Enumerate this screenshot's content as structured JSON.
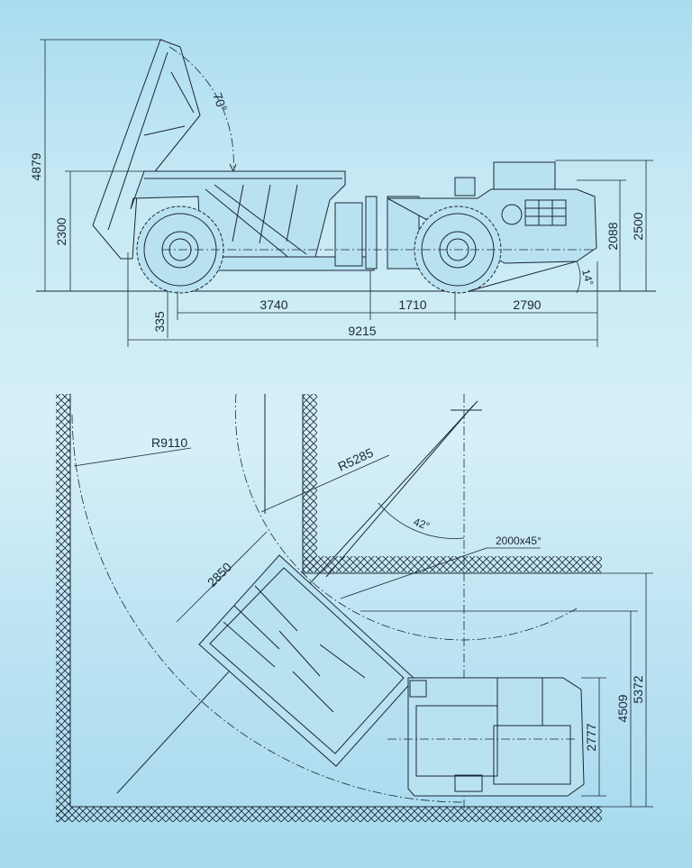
{
  "side_view": {
    "dimensions": {
      "raised_height": "4879",
      "box_height": "2300",
      "cab_height": "2088",
      "overall_height": "2500",
      "ground_clearance": "335",
      "rear_overhang": "3740",
      "articulation_to_front_axle": "1710",
      "front_overhang": "2790",
      "overall_length": "9215"
    },
    "angles": {
      "dump_angle": "70°",
      "departure_angle": "14°"
    }
  },
  "plan_view": {
    "dimensions": {
      "outer_radius": "R9110",
      "inner_radius": "R5285",
      "articulation_angle": "42°",
      "corner_chamfer": "2000x45°",
      "box_width": "2850",
      "drift_width_outer": "5372",
      "drift_width_inner": "4509",
      "vehicle_width": "2777"
    }
  }
}
